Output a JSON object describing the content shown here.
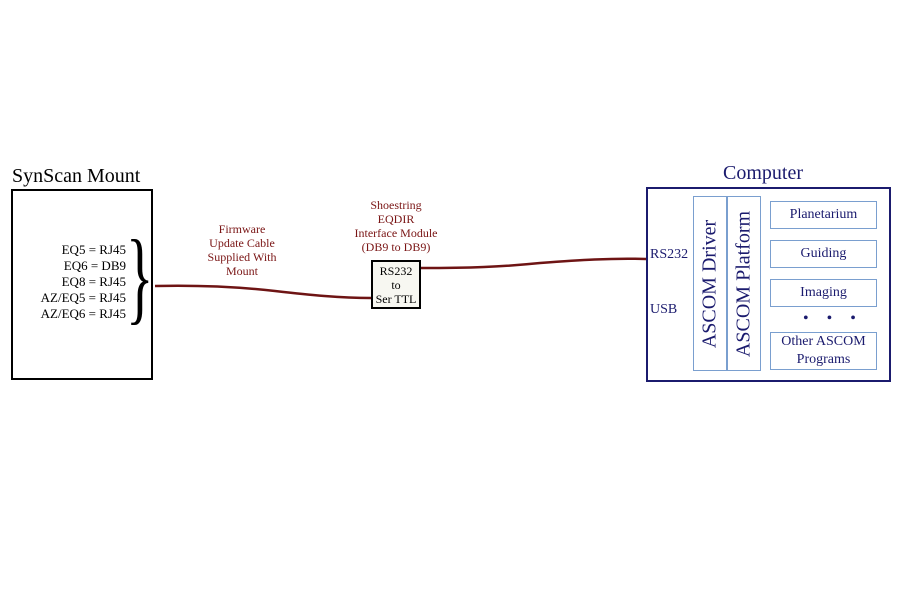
{
  "mount": {
    "title": "SynScan Mount",
    "connections": [
      "EQ5 = RJ45",
      "EQ6 = DB9",
      "EQ8 = RJ45",
      "AZ/EQ5 = RJ45",
      "AZ/EQ6 = RJ45"
    ]
  },
  "cable": {
    "label_lines": [
      "Firmware",
      "Update Cable",
      "Supplied With",
      "Mount"
    ]
  },
  "module": {
    "label_lines": [
      "Shoestring",
      "EQDIR",
      "Interface Module",
      "(DB9 to DB9)"
    ],
    "box_lines": [
      "RS232",
      "to",
      "Ser TTL"
    ]
  },
  "computer": {
    "title": "Computer",
    "ports": [
      "RS232",
      "USB"
    ],
    "layers": [
      "ASCOM Driver",
      "ASCOM Platform"
    ],
    "apps": [
      "Planetarium",
      "Guiding",
      "Imaging"
    ],
    "more": "• • •",
    "other_lines": [
      "Other ASCOM",
      "Programs"
    ]
  },
  "colors": {
    "wire": "#6e1414",
    "computer": "#1b1b6e",
    "inner_border": "#7a9fcf",
    "label_red": "#7a1515"
  }
}
